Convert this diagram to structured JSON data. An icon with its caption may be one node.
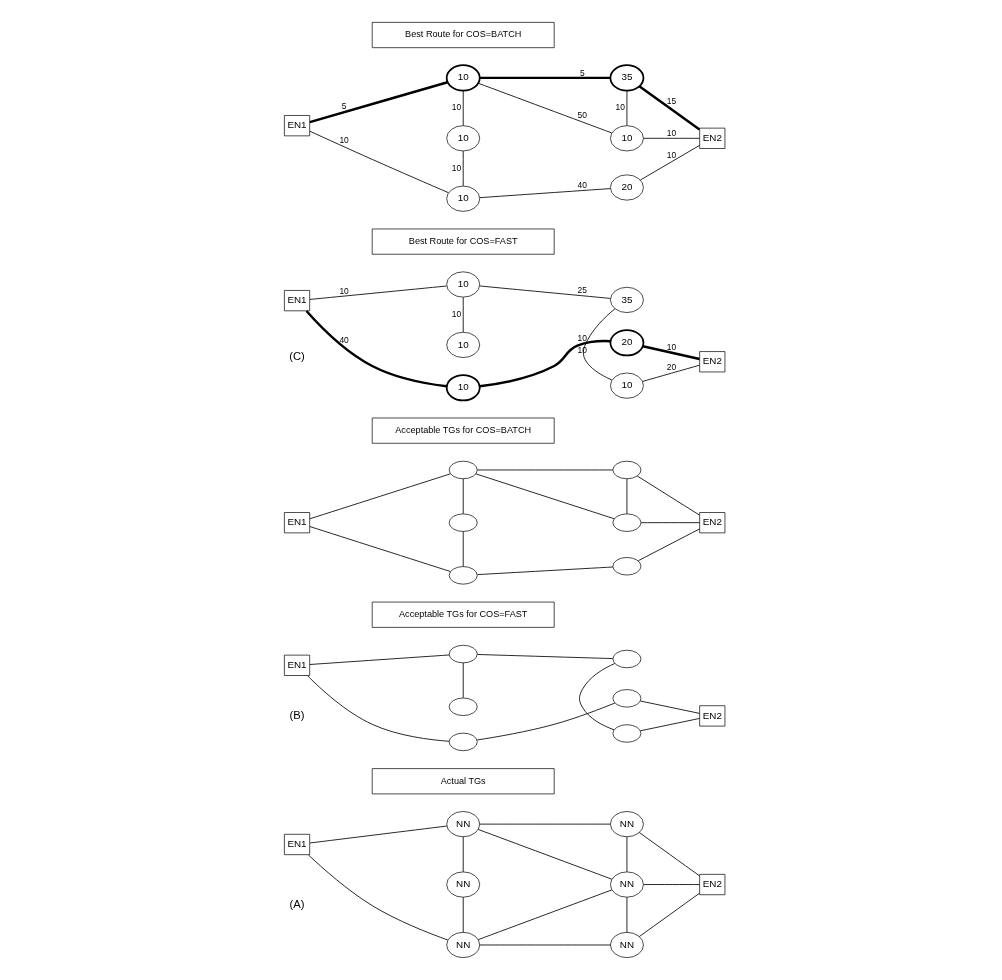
{
  "diagram": {
    "nodes": [
      {
        "text": [
          "Actual TGs"
        ]
      },
      {
        "text": [
          "EN1"
        ]
      },
      {
        "text": [
          "NN"
        ]
      },
      {
        "text": [
          "NN"
        ]
      },
      {
        "text": [
          "NN"
        ]
      },
      {
        "text": [
          "NN"
        ]
      },
      {
        "text": [
          "NN"
        ]
      },
      {
        "text": [
          "NN"
        ]
      },
      {
        "text": [
          "EN2"
        ]
      },
      {
        "text": [
          "Acceptable TGs for COS=FAST"
        ]
      },
      {
        "text": [
          "EN1"
        ]
      },
      {
        "text": [],
        "shape": "ellipse"
      },
      {
        "text": [],
        "shape": "ellipse"
      },
      {
        "text": [],
        "shape": "ellipse"
      },
      {
        "text": [],
        "shape": "ellipse"
      },
      {
        "text": [],
        "shape": "ellipse"
      },
      {
        "text": [],
        "shape": "ellipse"
      },
      {
        "text": [
          "EN2"
        ]
      },
      {
        "text": [
          "Acceptable TGs for COS=BATCH"
        ]
      },
      {
        "text": [
          "EN1"
        ]
      },
      {
        "text": [],
        "shape": "ellipse"
      },
      {
        "text": [],
        "shape": "ellipse"
      },
      {
        "text": [],
        "shape": "ellipse"
      },
      {
        "text": [],
        "shape": "ellipse"
      },
      {
        "text": [],
        "shape": "ellipse"
      },
      {
        "text": [],
        "shape": "ellipse"
      },
      {
        "text": [
          "EN2"
        ]
      },
      {
        "text": [
          "Best Route for COS=FAST"
        ]
      },
      {
        "text": [
          "EN1"
        ]
      },
      {
        "text": [
          "10"
        ]
      },
      {
        "text": [
          "10"
        ]
      },
      {
        "text": [
          "10"
        ]
      },
      {
        "text": [
          "20"
        ]
      },
      {
        "text": [
          "10"
        ]
      },
      {
        "text": [
          "35"
        ]
      },
      {
        "text": [
          "EN2"
        ]
      },
      {
        "text": [
          "Best Route for COS=BATCH"
        ]
      },
      {
        "text": [
          "EN1"
        ]
      },
      {
        "text": [
          "10"
        ]
      },
      {
        "text": [
          "10"
        ]
      },
      {
        "text": [
          "10"
        ]
      },
      {
        "text": [
          "20"
        ]
      },
      {
        "text": [
          "10"
        ]
      },
      {
        "text": [
          "35"
        ]
      },
      {
        "text": [
          "EN2"
        ]
      }
    ],
    "edges": [
      {
        "from": 1,
        "to": 2,
        "arrow": "none"
      },
      {
        "from": 1,
        "to": 4,
        "arrow": "none"
      },
      {
        "from": 2,
        "to": 3,
        "arrow": "none"
      },
      {
        "from": 3,
        "to": 4,
        "arrow": "none"
      },
      {
        "from": 2,
        "to": 5,
        "arrow": "none"
      },
      {
        "from": 2,
        "to": 6,
        "arrow": "none"
      },
      {
        "from": 5,
        "to": 6,
        "arrow": "none"
      },
      {
        "from": 4,
        "to": 6,
        "arrow": "none"
      },
      {
        "from": 6,
        "to": 7,
        "arrow": "none"
      },
      {
        "from": 4,
        "to": 7,
        "arrow": "none"
      },
      {
        "from": 5,
        "to": 8,
        "arrow": "none"
      },
      {
        "from": 6,
        "to": 8,
        "arrow": "none"
      },
      {
        "from": 7,
        "to": 8,
        "arrow": "none"
      },
      {
        "from": 10,
        "to": 11,
        "arrow": "none"
      },
      {
        "from": 10,
        "to": 13,
        "arrow": "none"
      },
      {
        "from": 11,
        "to": 14,
        "arrow": "none"
      },
      {
        "from": 12,
        "to": 13,
        "arrow": "none"
      },
      {
        "from": 13,
        "to": 16,
        "arrow": "none"
      },
      {
        "from": 15,
        "to": 16,
        "arrow": "none"
      },
      {
        "from": 14,
        "to": 17,
        "arrow": "none"
      },
      {
        "from": 15,
        "to": 17,
        "arrow": "none"
      },
      {
        "from": 19,
        "to": 20,
        "arrow": "none"
      },
      {
        "from": 19,
        "to": 22,
        "arrow": "none"
      },
      {
        "from": 20,
        "to": 21,
        "arrow": "none"
      },
      {
        "from": 21,
        "to": 22,
        "arrow": "none"
      },
      {
        "from": 20,
        "to": 23,
        "arrow": "none"
      },
      {
        "from": 22,
        "to": 24,
        "arrow": "none"
      },
      {
        "from": 22,
        "to": 25,
        "arrow": "none"
      },
      {
        "from": 24,
        "to": 25,
        "arrow": "none"
      },
      {
        "from": 23,
        "to": 26,
        "arrow": "none"
      },
      {
        "from": 24,
        "to": 26,
        "arrow": "none"
      },
      {
        "from": 25,
        "to": 26,
        "arrow": "none"
      },
      {
        "from": 28,
        "to": 29,
        "arrow": "none",
        "label": "40",
        "style": "thick"
      },
      {
        "from": 28,
        "to": 31,
        "arrow": "none",
        "label": "10"
      },
      {
        "from": 29,
        "to": 32,
        "arrow": "none",
        "label": "10",
        "style": "thick"
      },
      {
        "from": 30,
        "to": 31,
        "arrow": "none",
        "label": "10"
      },
      {
        "from": 31,
        "to": 34,
        "arrow": "none",
        "label": "25"
      },
      {
        "from": 33,
        "to": 34,
        "arrow": "none",
        "label": "10"
      },
      {
        "from": 32,
        "to": 35,
        "arrow": "none",
        "label": "10",
        "style": "thick"
      },
      {
        "from": 33,
        "to": 35,
        "arrow": "none",
        "label": "20"
      },
      {
        "from": 37,
        "to": 38,
        "arrow": "none",
        "label": "10"
      },
      {
        "from": 37,
        "to": 40,
        "arrow": "none",
        "label": "5",
        "style": "thick"
      },
      {
        "from": 38,
        "to": 39,
        "arrow": "none",
        "label": "10"
      },
      {
        "from": 39,
        "to": 40,
        "arrow": "none",
        "label": "10"
      },
      {
        "from": 38,
        "to": 41,
        "arrow": "none",
        "label": "40"
      },
      {
        "from": 40,
        "to": 42,
        "arrow": "none",
        "label": "50"
      },
      {
        "from": 40,
        "to": 43,
        "arrow": "none",
        "label": "5",
        "style": "thick"
      },
      {
        "from": 42,
        "to": 43,
        "arrow": "none",
        "label": "10"
      },
      {
        "from": 41,
        "to": 44,
        "arrow": "none",
        "label": "10"
      },
      {
        "from": 42,
        "to": 44,
        "arrow": "none",
        "label": "10"
      },
      {
        "from": 43,
        "to": 44,
        "arrow": "none",
        "label": "15",
        "style": "thick"
      }
    ],
    "labels": [
      "(A)",
      "(B)",
      "(C)"
    ]
  }
}
